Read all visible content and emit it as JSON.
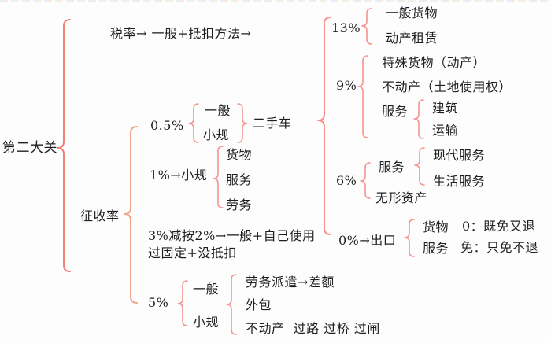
{
  "colors": {
    "background": "#fdfdfd",
    "text": "#1f1f1f",
    "top_border": "#dfe7ee",
    "brace_root": "#ef8276",
    "brace_primary": "#f6918e",
    "brace_levy": "#f2a489",
    "brace_item": "#f59690"
  },
  "root_label": "第二大关",
  "tax": {
    "label": "税率→ 一般+抵扣方法→",
    "groups": [
      {
        "rate": "13%",
        "items": [
          "一般货物",
          "动产租赁"
        ]
      },
      {
        "rate": "9%",
        "items": [
          "特殊货物（动产）",
          "不动产（土地使用权）"
        ],
        "service_label": "服务",
        "service_items": [
          "建筑",
          "运输"
        ]
      },
      {
        "rate": "6%",
        "service_label": "服务",
        "service_items": [
          "现代服务",
          "生活服务"
        ],
        "extra_item": "无形资产"
      },
      {
        "rate": "0%→出口",
        "rows": [
          {
            "item": "货物",
            "note": "0：既免又退"
          },
          {
            "item": "服务",
            "note": "免：只免不退"
          }
        ]
      }
    ]
  },
  "levy": {
    "label": "征收率",
    "groups": [
      {
        "rate": "0.5%",
        "items": [
          "一般",
          "小规"
        ],
        "suffix": "二手车"
      },
      {
        "rate": "1%→小规",
        "items": [
          "货物",
          "服务",
          "劳务"
        ]
      },
      {
        "line1": "3%减按2%→一般+自己使用",
        "line2": "过固定+没抵扣"
      },
      {
        "rate": "5%",
        "items": [
          "一般",
          "小规"
        ],
        "list": [
          "劳务派遣→差额",
          "外包",
          "不动产  过路 过桥 过闸"
        ]
      }
    ]
  }
}
